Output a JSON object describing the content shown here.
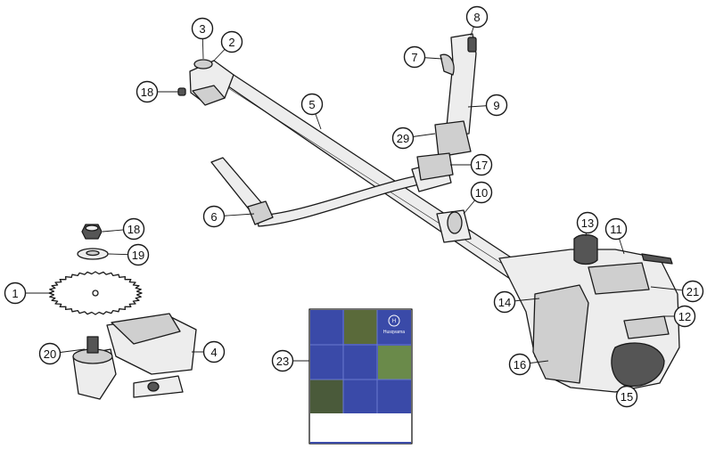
{
  "callouts": [
    {
      "num": "1"
    },
    {
      "num": "2"
    },
    {
      "num": "3"
    },
    {
      "num": "4"
    },
    {
      "num": "5"
    },
    {
      "num": "6"
    },
    {
      "num": "7"
    },
    {
      "num": "8"
    },
    {
      "num": "9"
    },
    {
      "num": "10"
    },
    {
      "num": "11"
    },
    {
      "num": "12"
    },
    {
      "num": "13"
    },
    {
      "num": "14"
    },
    {
      "num": "15"
    },
    {
      "num": "16"
    },
    {
      "num": "17"
    },
    {
      "num": "18"
    },
    {
      "num": "18"
    },
    {
      "num": "19"
    },
    {
      "num": "20"
    },
    {
      "num": "21"
    },
    {
      "num": "23"
    },
    {
      "num": "29"
    }
  ],
  "manual_cover": {
    "brand_name": "Husqvarna",
    "brand_color": "#3a4aa8",
    "grid_color": "#4a5cc0"
  },
  "icons": [
    "husqvarna-logo-icon"
  ]
}
